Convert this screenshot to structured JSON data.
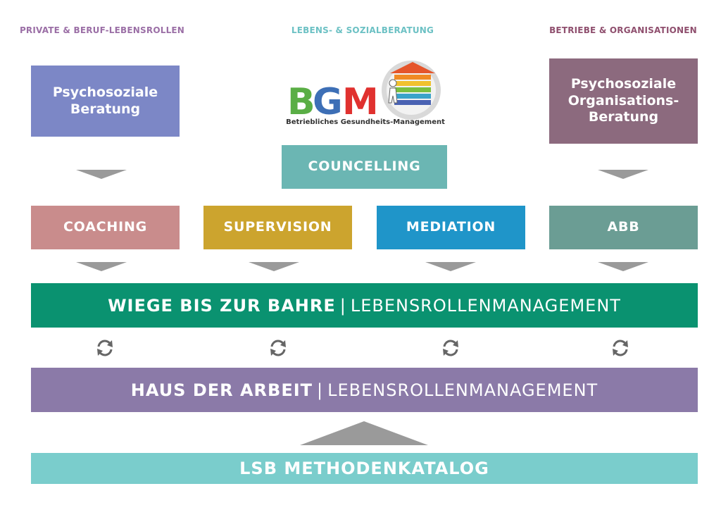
{
  "headings": {
    "left": "PRIVATE & BERUF-LEBENSROLLEN",
    "middle": "LEBENS- & SOZIALBERATUNG",
    "right": "BETRIEBE & ORGANISATIONEN"
  },
  "top_boxes": {
    "psychosoziale_beratung": "Psychosoziale\nBeratung",
    "organisations_beratung": "Psychosoziale\nOrganisations-\nBeratung",
    "councelling": "COUNCELLING"
  },
  "logo": {
    "letters": "BGM",
    "caption": "Betriebliches Gesundheits-Management"
  },
  "methods": {
    "coaching": "COACHING",
    "supervision": "SUPERVISION",
    "mediation": "MEDIATION",
    "abb": "ABB"
  },
  "bands": {
    "wiege_bold": "WIEGE BIS ZUR BAHRE",
    "wiege_light": "LEBENSROLLENMANAGEMENT",
    "haus_bold": "HAUS DER ARBEIT",
    "haus_light": "LEBENSROLLENMANAGEMENT",
    "separator": "|",
    "katalog": "LSB METHODENKATALOG"
  },
  "colors": {
    "heading_left": "#9b6fa6",
    "heading_middle": "#6cc1c4",
    "heading_right": "#8f4f6e",
    "psychosoziale_beratung": "#7c87c6",
    "organisations_beratung": "#8c6a7e",
    "councelling": "#6bb6b3",
    "coaching": "#c98c8c",
    "supervision": "#cca42e",
    "mediation": "#1f95c9",
    "abb": "#6b9d94",
    "wiege_band": "#0a9270",
    "haus_band": "#8b7aa8",
    "katalog_band": "#7acdcc",
    "arrow_gray": "#9a9a9a"
  },
  "icons": {
    "flow_arrow": "down-triangle-icon",
    "foundation_arrow": "up-triangle-icon",
    "cycle": "refresh-cycle-icon"
  }
}
